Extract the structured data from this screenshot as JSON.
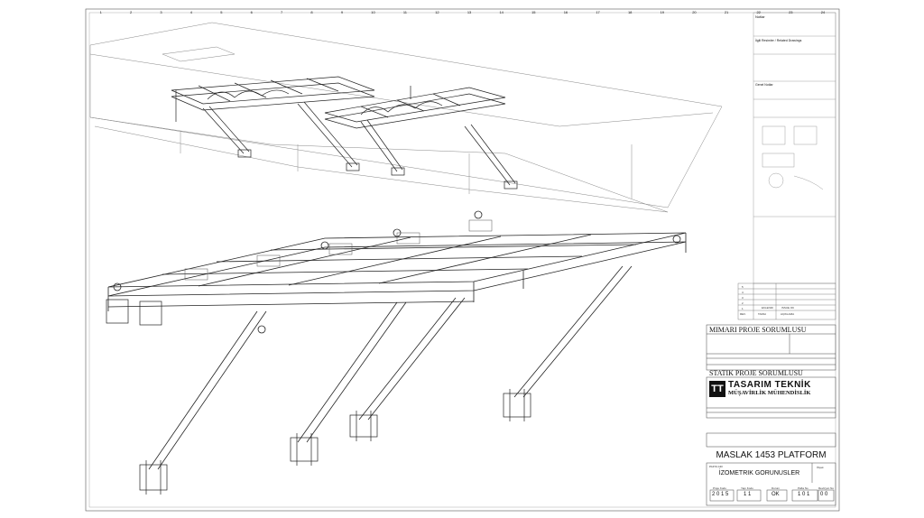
{
  "sheet": {
    "column_numbers": [
      "1",
      "2",
      "3",
      "4",
      "5",
      "6",
      "7",
      "8",
      "9",
      "10",
      "11",
      "12",
      "13",
      "14",
      "15",
      "16",
      "17",
      "18",
      "19",
      "20",
      "21",
      "22",
      "23",
      "24"
    ]
  },
  "notes": {
    "header": "Notlar",
    "drawings_header": "İlgili Resimler / Related Drawings",
    "general_header": "Genel Notlar"
  },
  "revision_table": {
    "rows": [
      "5",
      "4",
      "3",
      "2",
      "1",
      "0"
    ],
    "col_labels": [
      "REV.",
      "TARIH",
      "AÇIKLAMA"
    ],
    "row0_values": [
      "",
      "EKLENDI",
      "ISSUE OK"
    ]
  },
  "title_block": {
    "architect_header": "MIMARI PROJE SORUMLUSU",
    "structural_header": "STATIK PROJE SORUMLUSU",
    "company_line1": "TASARIM TEKNİK",
    "company_line2": "MÜŞAVİRLİK MÜHENDİSLİK",
    "company_logo": "TT",
    "project_title": "MASLAK 1453 PLATFORM",
    "drawing_label": "PAFTA ADI",
    "drawing_title": "İZOMETRIK GORUNUSLER",
    "scale_label": "Ölçek",
    "fields": [
      {
        "label": "Proje Kodu",
        "value": "2 0 1 5"
      },
      {
        "label": "Yapı Kodu",
        "value": "1 1"
      },
      {
        "label": "Durum",
        "value": "OK"
      },
      {
        "label": "Pafta No",
        "value": "1 0 1"
      },
      {
        "label": "Revizyon No",
        "value": "0 0"
      }
    ]
  }
}
